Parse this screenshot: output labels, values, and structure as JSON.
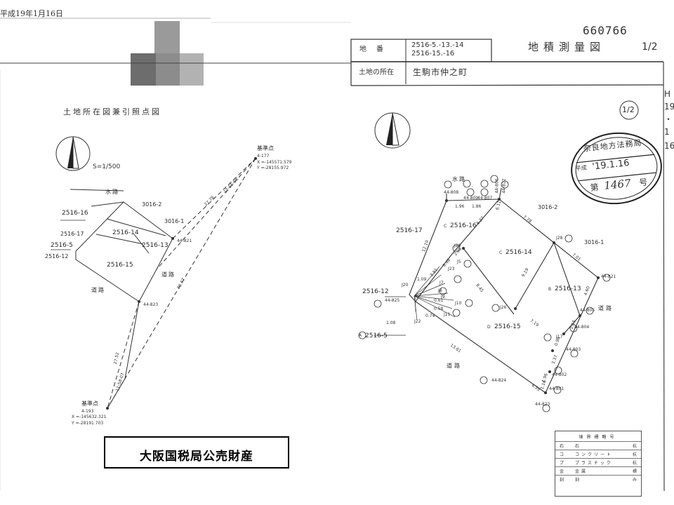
{
  "header": {
    "date_stamp": "平成19年1月16日",
    "doc_number": "660766",
    "doc_title": "地積測量図",
    "page_fraction": "1/2",
    "lot_label": "地番",
    "lot_value_line1": "2516-5.-13.-14",
    "lot_value_line2": "2516-15.-16",
    "location_label": "土地の所在",
    "location_value": "生駒市仲之町",
    "page_indicator": "1/2"
  },
  "margin_note": [
    "H",
    "19",
    "・",
    "1",
    "16"
  ],
  "stamp": {
    "top": "奈良地方法務局",
    "era": "平成",
    "date": "'19.1.16",
    "no_prefix": "第",
    "number": "1467",
    "suffix": "号"
  },
  "left_diagram": {
    "title": "土地所在図兼引照点図",
    "scale": "S=1/500",
    "waterway": "水路",
    "road": "道路",
    "road2": "道路",
    "lots": [
      "2516-16",
      "2516-17",
      "2516-5",
      "2516-12",
      "2516-14",
      "2516-13",
      "2516-15",
      "3016-2",
      "3016-1"
    ],
    "points": [
      "44-821",
      "44-823"
    ],
    "ref_top": {
      "title": "基準点",
      "id": "4-177",
      "x": "X =-145571.579",
      "y": "Y =-28155.972"
    },
    "ref_bottom": {
      "title": "基準点",
      "id": "4-193",
      "x": "X =-145632.321",
      "y": "Y =-28191.703"
    },
    "dims": [
      "27.78",
      "12-55-58",
      "70.47",
      "27.52",
      "11-58-07"
    ]
  },
  "right_diagram": {
    "waterway": "水路",
    "road_e": "道路",
    "road_s": "道路",
    "lots": [
      "2516-17",
      "2516-16",
      "2516-14",
      "2516-13",
      "2516-15",
      "2516-12",
      "2516-5",
      "3016-2",
      "3016-1"
    ],
    "lot_marks": [
      "C",
      "C",
      "B",
      "D",
      "A"
    ],
    "points": [
      "44-808",
      "44-809",
      "44-807",
      "44-806",
      "44-822",
      "44-821",
      "44-805",
      "44-804",
      "44-803",
      "44-802",
      "44-801",
      "44-823",
      "44-824",
      "44-825"
    ],
    "junctions": [
      "J28",
      "J29",
      "J5",
      "J23",
      "J7",
      "J8",
      "J9",
      "J10",
      "J11",
      "J20",
      "J22",
      "J26",
      "J17"
    ],
    "dims": [
      "1.96",
      "1.86",
      "6.11",
      "7.78",
      "6.37",
      "12.10",
      "2.95",
      "8.48",
      "3.81",
      "8.45",
      "9.19",
      "7.01",
      "4.60",
      "7.19",
      "2.15",
      "0.96",
      "3.37",
      "1.16",
      "1.96",
      "4.39",
      "13.61",
      "0.74",
      "0.61",
      "0.58",
      "1.09",
      "1.08"
    ]
  },
  "legend": {
    "header": "境界標略号",
    "rows": [
      {
        "sym": "石",
        "name": "石",
        "kind": "杭"
      },
      {
        "sym": "コ",
        "name": "コンクリート",
        "kind": "杭"
      },
      {
        "sym": "プ",
        "name": "プラスチック",
        "kind": "杭"
      },
      {
        "sym": "金",
        "name": "金属",
        "kind": "標"
      },
      {
        "sym": "刻",
        "name": "刻",
        "kind": "み"
      }
    ]
  },
  "notice": "大阪国税局公売財産"
}
